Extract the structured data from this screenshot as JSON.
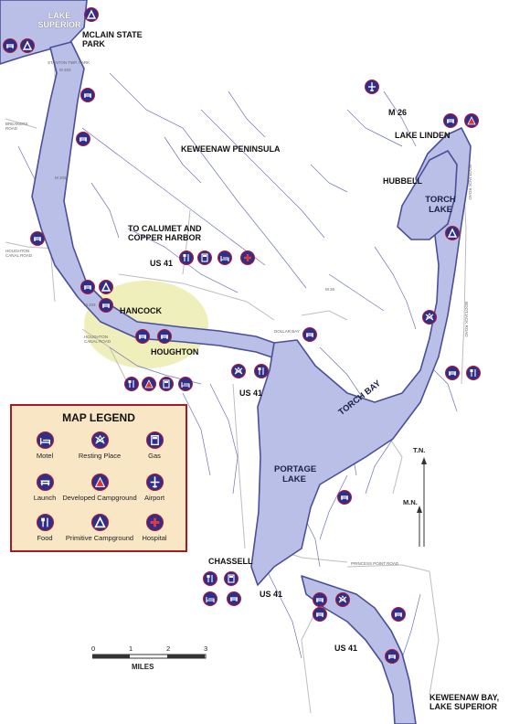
{
  "labels": {
    "lake_superior_north": "LAKE SUPERIOR",
    "mclain_state_park": "MCLAIN STATE PARK",
    "keweenaw_peninsula": "KEWEENAW PENINSULA",
    "to_calumet": "TO CALUMET AND COPPER HARBOR",
    "us41_calumet": "US 41",
    "hancock": "HANCOCK",
    "houghton": "HOUGHTON",
    "us41_houghton": "US 41",
    "m26": "M 26",
    "lake_linden": "LAKE LINDEN",
    "hubbell": "HUBBELL",
    "chassell": "CHASSELL",
    "us41_chassell": "US 41",
    "us41_south": "US 41",
    "keweenaw_bay": "KEWEENAW BAY, LAKE SUPERIOR"
  },
  "water_labels": {
    "torch_lake": "TORCH LAKE",
    "torch_bay": "TORCH BAY",
    "portage_lake": "PORTAGE LAKE"
  },
  "road_labels": {
    "stanton_twp_park": "STANTON TWP. PARK",
    "m203_north": "M 203",
    "breakers_road": "BREAKERS ROAD",
    "m203_mid": "M 203",
    "houghton_canal_road_west": "HOUGHTON CANAL ROAD",
    "m26_mid": "M 26",
    "houghton_canal_road": "HOUGHTON CANAL ROAD",
    "bootjack_road_north": "BOOTJACK ROAD",
    "bootjack_road_south": "BOOTJACK ROAD",
    "dollar_bay": "DOLLAR BAY",
    "princess_point_road": "PRINCESS POINT ROAD",
    "m203_hancock": "M 203"
  },
  "legend": {
    "title": "MAP LEGEND",
    "items": [
      {
        "label": "Motel",
        "icon": "motel-icon"
      },
      {
        "label": "Resting Place",
        "icon": "resting-place-icon"
      },
      {
        "label": "Gas",
        "icon": "gas-icon"
      },
      {
        "label": "Launch",
        "icon": "launch-icon"
      },
      {
        "label": "Developed Campground",
        "icon": "developed-campground-icon"
      },
      {
        "label": "Airport",
        "icon": "airport-icon"
      },
      {
        "label": "Food",
        "icon": "food-icon"
      },
      {
        "label": "Primitive Campground",
        "icon": "primitive-campground-icon"
      },
      {
        "label": "Hospital",
        "icon": "hospital-icon"
      }
    ]
  },
  "scale": {
    "ticks": [
      "0",
      "1",
      "2",
      "3"
    ],
    "unit": "MILES"
  },
  "north_arrows": {
    "true_north": "T.N.",
    "magnetic_north": "M.N."
  },
  "colors": {
    "water": "#b9bfe6",
    "shore": "#4a4f9a",
    "icon_fill": "#2f2f8a",
    "icon_ring": "#b8182a",
    "legend_bg": "#f8e6c4",
    "legend_border": "#a61a23",
    "hancock_highlight": "#ecedb4"
  }
}
